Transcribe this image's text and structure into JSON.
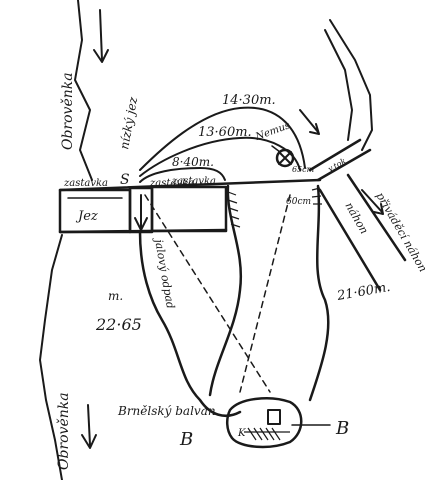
{
  "labels": {
    "river_left_top": "Obrověnka",
    "river_left_bottom": "Obrověnka",
    "stav_label": "nízký jez",
    "left_sluice": "zastavka",
    "letter_s": "S",
    "middle_sluice": "zastavka",
    "lower_sluice": "zastavka",
    "weir": "Jez",
    "bypass_channel": "jalový odpad",
    "right_channel_upper": "přiváděcí náhon",
    "right_channel_lower": "náhon",
    "right_gate_small": "v.tok",
    "turbine": "Nemus",
    "mill": "Brnělský balvan",
    "letter_b_left": "B",
    "letter_b_right": "B",
    "k_mark": "K"
  },
  "measurements": {
    "top_arc": "14·30m.",
    "mid_arc": "13·60m.",
    "short_arc": "8·40m.",
    "left_length": "22·65",
    "left_length_prefix": "m.",
    "right_length": "21·60m.",
    "small_a": "65cm",
    "small_b": "60cm"
  }
}
